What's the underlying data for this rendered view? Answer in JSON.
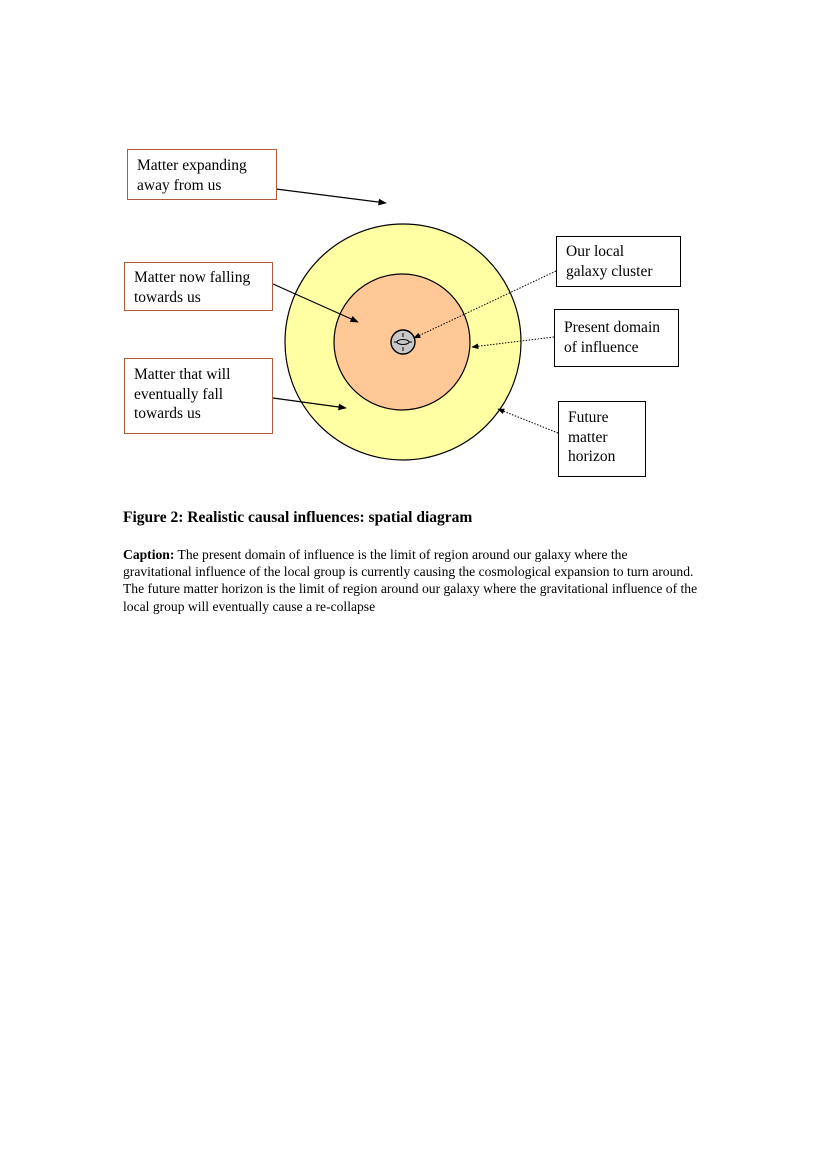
{
  "labels": {
    "expanding": "Matter expanding\naway from us",
    "falling": "Matter now falling\ntowards us",
    "will_fall": "Matter that will\neventually fall\ntowards us",
    "cluster": "Our local\ngalaxy cluster",
    "present": "Present domain\nof influence",
    "future": "Future\nmatter\nhorizon"
  },
  "colors": {
    "outer_region": "#ffffa3",
    "inner_region": "#ffc896",
    "center": "#c8c8c8",
    "red_border": "#b05a3a"
  },
  "figure_title": "Figure 2: Realistic causal influences: spatial diagram",
  "caption": {
    "label": "Caption:",
    "text": " The present domain of influence is the limit of region around our galaxy where the gravitational influence of the local group is currently causing the cosmological expansion to turn around. The future matter horizon is the limit of region around our galaxy where the gravitational influence of the local group will eventually cause a re-collapse"
  }
}
